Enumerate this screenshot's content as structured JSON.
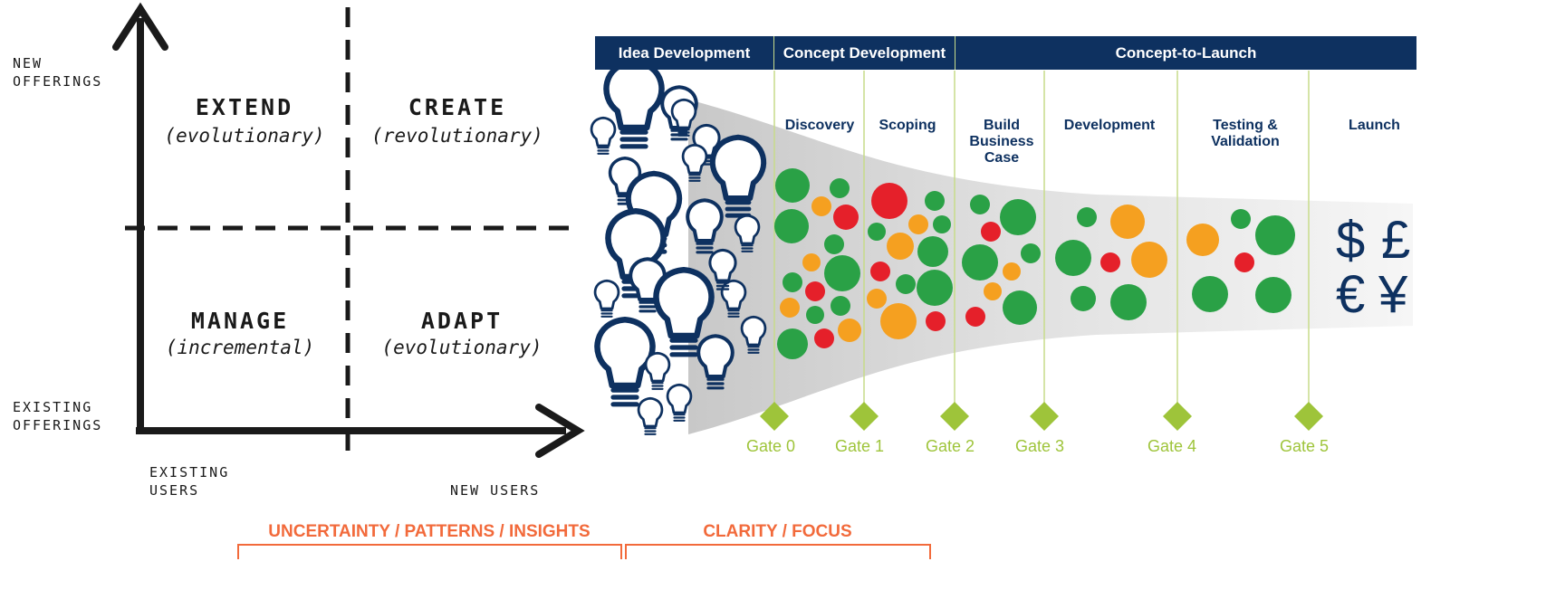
{
  "matrix": {
    "y_top": "NEW\nOFFERINGS",
    "y_bottom": "EXISTING\nOFFERINGS",
    "x_left": "EXISTING\nUSERS",
    "x_right": "NEW USERS",
    "quadrants": {
      "extend": {
        "title": "EXTEND",
        "sub": "(evolutionary)"
      },
      "create": {
        "title": "CREATE",
        "sub": "(revolutionary)"
      },
      "manage": {
        "title": "MANAGE",
        "sub": "(incremental)"
      },
      "adapt": {
        "title": "ADAPT",
        "sub": "(evolutionary)"
      }
    }
  },
  "funnel": {
    "phases": [
      "Idea Development",
      "Concept Development",
      "Concept-to-Launch"
    ],
    "stages": [
      "Discovery",
      "Scoping",
      "Build\nBusiness\nCase",
      "Development",
      "Testing &\nValidation",
      "Launch"
    ],
    "gates": [
      "Gate 0",
      "Gate 1",
      "Gate 2",
      "Gate 3",
      "Gate 4",
      "Gate 5"
    ],
    "currency": [
      "$",
      "£",
      "€",
      "¥"
    ],
    "colors": {
      "navy": "#0e3160",
      "green": "#2aa146",
      "orange": "#f5a020",
      "red": "#e5202a",
      "gate": "#9ec43a"
    }
  },
  "bottom": {
    "left": "UNCERTAINTY / PATTERNS / INSIGHTS",
    "right": "CLARITY / FOCUS",
    "color": "#f26a3b"
  }
}
